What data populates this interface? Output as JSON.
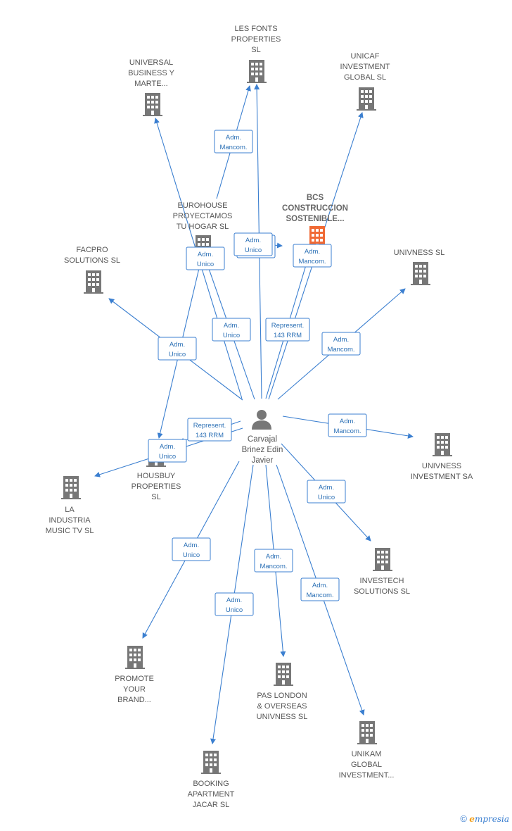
{
  "colors": {
    "edge": "#3b7fd0",
    "building": "#777777",
    "focus_building": "#f06a35",
    "person": "#777777"
  },
  "person": {
    "id": "p",
    "lines": [
      "Carvajal",
      "Brinez Edin",
      "Javier"
    ],
    "icon": "person-icon"
  },
  "companies": [
    {
      "id": "lesfonts",
      "lines": [
        "LES FONTS",
        "PROPERTIES",
        "SL"
      ]
    },
    {
      "id": "universal",
      "lines": [
        "UNIVERSAL",
        "BUSINESS Y",
        "MARTE..."
      ]
    },
    {
      "id": "unicaf",
      "lines": [
        "UNICAF",
        "INVESTMENT",
        "GLOBAL  SL"
      ]
    },
    {
      "id": "eurohouse",
      "lines": [
        "EUROHOUSE",
        "PROYECTAMOS",
        "TU HOGAR  SL"
      ]
    },
    {
      "id": "bcs",
      "lines": [
        "BCS",
        "CONSTRUCCION",
        "SOSTENIBLE..."
      ],
      "focus": true
    },
    {
      "id": "facpro",
      "lines": [
        "FACPRO",
        "SOLUTIONS  SL"
      ]
    },
    {
      "id": "univness",
      "lines": [
        "UNIVNESS  SL"
      ]
    },
    {
      "id": "housbuy",
      "lines": [
        "HOUSBUY",
        "PROPERTIES",
        "SL"
      ]
    },
    {
      "id": "laindustria",
      "lines": [
        "LA",
        "INDUSTRIA",
        "MUSIC TV  SL"
      ]
    },
    {
      "id": "univnessinv",
      "lines": [
        "UNIVNESS",
        "INVESTMENT SA"
      ]
    },
    {
      "id": "investech",
      "lines": [
        "INVESTECH",
        "SOLUTIONS  SL"
      ]
    },
    {
      "id": "promote",
      "lines": [
        "PROMOTE",
        "YOUR",
        "BRAND..."
      ]
    },
    {
      "id": "paslondon",
      "lines": [
        "PAS LONDON",
        "& OVERSEAS",
        "UNIVNESS  SL"
      ]
    },
    {
      "id": "unikam",
      "lines": [
        "UNIKAM",
        "GLOBAL",
        "INVESTMENT..."
      ]
    },
    {
      "id": "booking",
      "lines": [
        "BOOKING",
        "APARTMENT",
        "JACAR  SL"
      ]
    }
  ],
  "edge_labels": [
    {
      "id": "l1",
      "lines": [
        "Adm.",
        "Mancom."
      ]
    },
    {
      "id": "l2",
      "lines": [
        "Adm.",
        "Unico"
      ]
    },
    {
      "id": "l3",
      "lines": [
        "Adm.",
        "Unico"
      ]
    },
    {
      "id": "l4",
      "lines": [
        "Adm.",
        "Unico"
      ]
    },
    {
      "id": "l5",
      "lines": [
        "Adm.",
        "Mancom."
      ]
    },
    {
      "id": "l6",
      "lines": [
        "Represent.",
        "143 RRM"
      ]
    },
    {
      "id": "l7",
      "lines": [
        "Adm.",
        "Unico"
      ]
    },
    {
      "id": "l8",
      "lines": [
        "Adm.",
        "Mancom."
      ]
    },
    {
      "id": "l9",
      "lines": [
        "Adm.",
        "Unico"
      ]
    },
    {
      "id": "l10",
      "lines": [
        "Represent.",
        "143 RRM"
      ]
    },
    {
      "id": "l11",
      "lines": [
        "Adm.",
        "Unico"
      ]
    },
    {
      "id": "l12",
      "lines": [
        "Adm.",
        "Mancom."
      ]
    },
    {
      "id": "l13",
      "lines": [
        "Adm.",
        "Unico"
      ]
    },
    {
      "id": "l14",
      "lines": [
        "Adm.",
        "Unico"
      ]
    },
    {
      "id": "l15",
      "lines": [
        "Adm.",
        "Mancom."
      ]
    },
    {
      "id": "l16",
      "lines": [
        "Adm.",
        "Unico"
      ]
    },
    {
      "id": "l17",
      "lines": [
        "Adm.",
        "Mancom."
      ]
    }
  ],
  "footer": {
    "copyright": "©",
    "brand_first": "e",
    "brand_rest": "mpresia"
  }
}
